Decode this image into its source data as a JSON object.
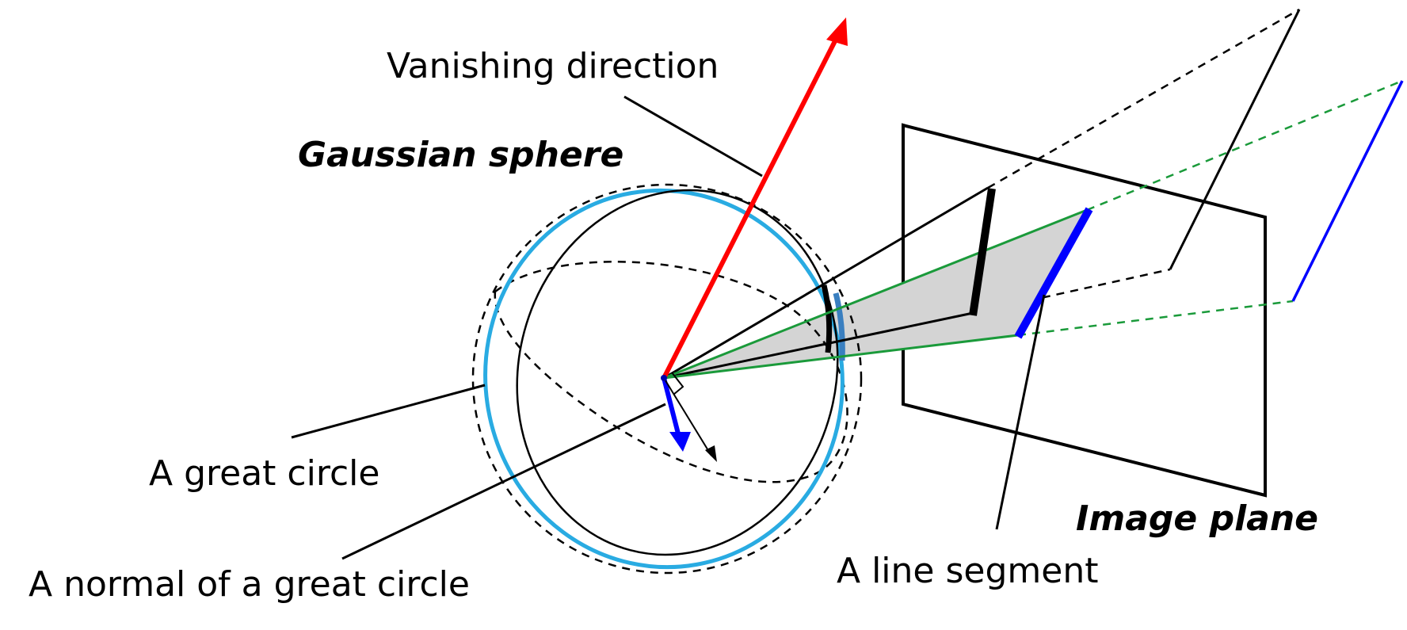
{
  "labels": {
    "vanishing_direction": "Vanishing direction",
    "gaussian_sphere": "Gaussian sphere",
    "great_circle": "A great circle",
    "normal_of_great_circle": "A normal of a great circle",
    "line_segment": "A line segment",
    "image_plane": "Image plane"
  },
  "colors": {
    "vanishing_direction": "#ff0000",
    "great_circle": "#29abe2",
    "normal": "#0000ff",
    "image_line_segment": "#0000ff",
    "projection_rays": "#1a9a3a",
    "interpretation_plane_fill": "#d4d4d4",
    "outline": "#000000"
  }
}
